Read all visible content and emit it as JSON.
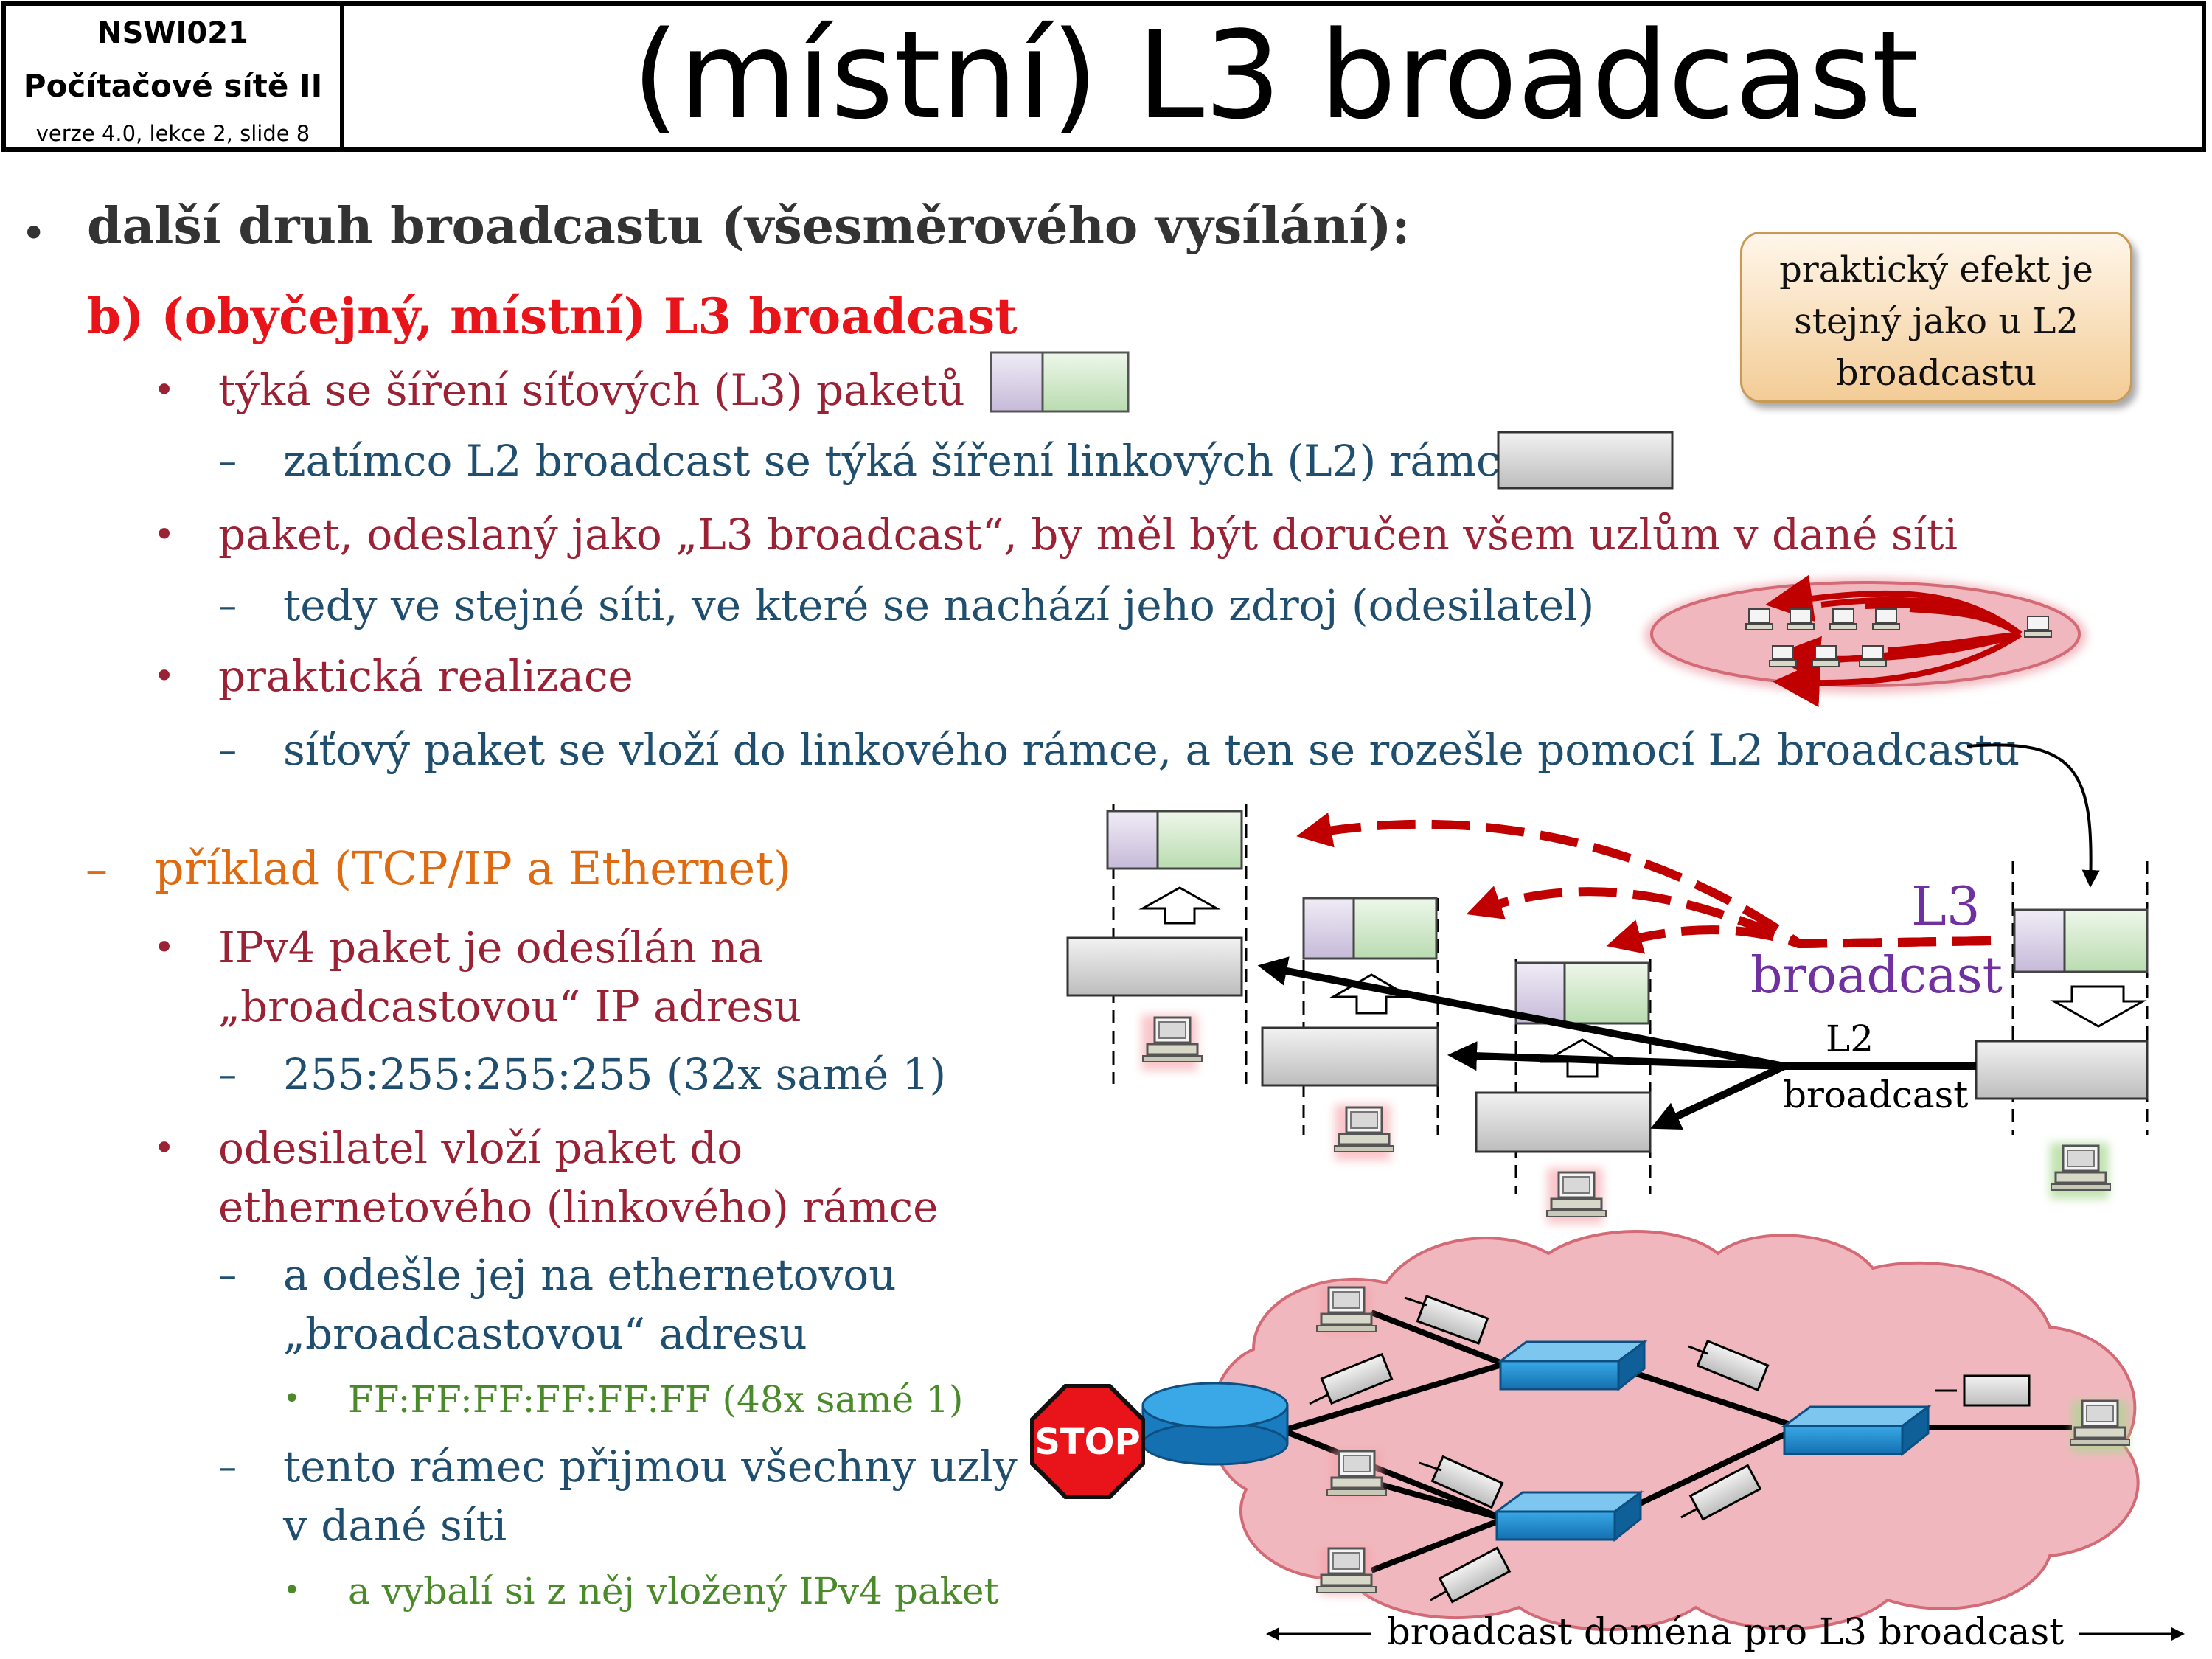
{
  "header": {
    "course_code": "NSWI021",
    "course_name": "Počítačové sítě II",
    "version": "verze 4.0, lekce  2, slide 8",
    "title": "(místní) L3 broadcast"
  },
  "callout": {
    "line1": "praktický efekt je",
    "line2": "stejný jako u L2",
    "line3": "broadcastu"
  },
  "content": {
    "b0": "další druh broadcastu (všesměrového vysílání):",
    "b1": "b)  (obyčejný, místní) L3 broadcast",
    "b2": "týká se šíření síťových (L3) paketů",
    "b3": "zatímco L2 broadcast se týká šíření linkových (L2) rámců",
    "b4": "paket, odeslaný jako „L3 broadcast“, by měl být doručen všem uzlům v dané síti",
    "b5": "tedy ve stejné síti, ve které se nachází jeho zdroj (odesilatel)",
    "b6": "praktická realizace",
    "b7": "síťový paket se vloží do linkového rámce, a ten se rozešle pomocí L2 broadcastu",
    "b8": "příklad (TCP/IP a Ethernet)",
    "b9a": "IPv4 paket je odesílán na",
    "b9b": "„broadcastovou“ IP adresu",
    "b10": "255:255:255:255 (32x samé 1)",
    "b11a": "odesilatel vloží paket do",
    "b11b": "ethernetového (linkového) rámce",
    "b12a": "a odešle jej na ethernetovou",
    "b12b": "„broadcastovou“ adresu",
    "b13": "FF:FF:FF:FF:FF:FF  (48x samé 1)",
    "b14a": "tento rámec přijmou všechny uzly",
    "b14b": "v dané síti",
    "b15": "a vybalí si z něj  vložený IPv4 paket"
  },
  "diagram": {
    "l3_label": "L3",
    "broadcast_label": "broadcast",
    "l2_label": "L2",
    "l2_broadcast_label": "broadcast",
    "stop_label": "STOP",
    "domain_label": "broadcast doména pro L3 broadcast"
  },
  "colors": {
    "red_text": "#e8141a",
    "level1": "#9b2235",
    "level2": "#1f4e6e",
    "example": "#e06a10",
    "level3": "#4a8a2a",
    "l3_purple": "#7030a0",
    "cloud": "#f0b8be",
    "switch_blue": "#1f8fd0"
  }
}
